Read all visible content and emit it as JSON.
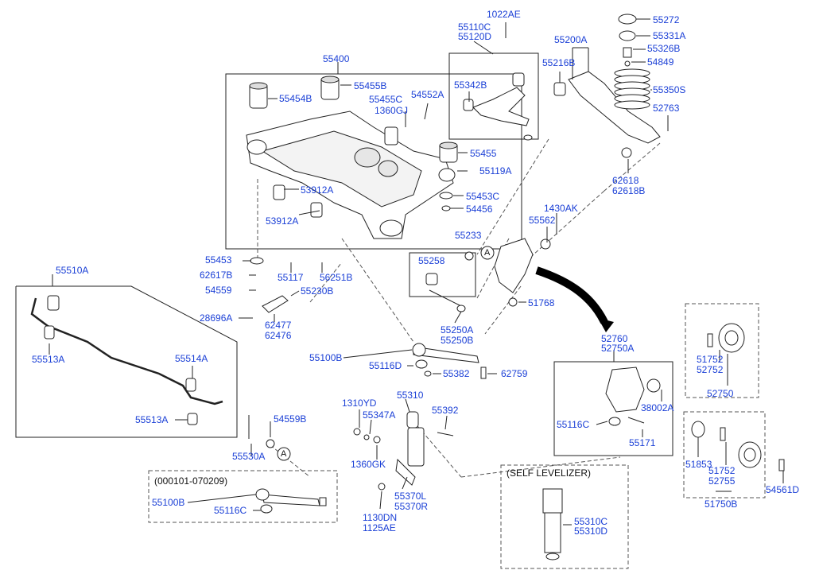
{
  "labels": {
    "p1022AE": "1022AE",
    "p55110C": "55110C",
    "p55120D": "55120D",
    "p55200A": "55200A",
    "p55272": "55272",
    "p55331A": "55331A",
    "p55326B": "55326B",
    "p54849": "54849",
    "p55350S": "55350S",
    "p52763": "52763",
    "p62618": "62618",
    "p62618B": "62618B",
    "p55216B": "55216B",
    "p55342B": "55342B",
    "p55400": "55400",
    "p55455B": "55455B",
    "p55454B": "55454B",
    "p55455C": "55455C",
    "p54552A": "54552A",
    "p1360GJ": "1360GJ",
    "p55455": "55455",
    "p55119A": "55119A",
    "p53912A_1": "53912A",
    "p53912A_2": "53912A",
    "p55453C": "55453C",
    "p54456": "54456",
    "p1430AK": "1430AK",
    "p55562": "55562",
    "p55233": "55233",
    "p55258": "55258",
    "p55453": "55453",
    "p62617B": "62617B",
    "p54559": "54559",
    "p55117": "55117",
    "p56251B": "56251B",
    "p55230B": "55230B",
    "p28696A": "28696A",
    "p62477": "62477",
    "p62476": "62476",
    "p51768": "51768",
    "p55510A": "55510A",
    "p55513A_1": "55513A",
    "p55514A": "55514A",
    "p55513A_2": "55513A",
    "p55530A": "55530A",
    "p54559B": "54559B",
    "p55250A": "55250A",
    "p55250B": "55250B",
    "p55100B_1": "55100B",
    "p55116D": "55116D",
    "p55382": "55382",
    "p62759": "62759",
    "p52760": "52760",
    "p52750A": "52750A",
    "p38002A": "38002A",
    "p55116C_1": "55116C",
    "p55171": "55171",
    "p51752_1": "51752",
    "p52752": "52752",
    "p52750": "52750",
    "p51853": "51853",
    "p51752_2": "51752",
    "p52755": "52755",
    "p51750B": "51750B",
    "p54561D": "54561D",
    "p1310YD": "1310YD",
    "p55310": "55310",
    "p55347A": "55347A",
    "p55392": "55392",
    "p1360GK": "1360GK",
    "p55370L": "55370L",
    "p55370R": "55370R",
    "p1130DN": "1130DN",
    "p1125AE": "1125AE",
    "p55310C": "55310C",
    "p55310D": "55310D",
    "p55100B_2": "55100B",
    "p55116C_2": "55116C"
  },
  "notes": {
    "date_range": "(000101-070209)",
    "self_leveling": "(SELF LEVELIZER)",
    "ref_a1": "A",
    "ref_a2": "A"
  },
  "colors": {
    "label": "#1a3fd6",
    "line": "#222222",
    "dash": "#555555"
  }
}
